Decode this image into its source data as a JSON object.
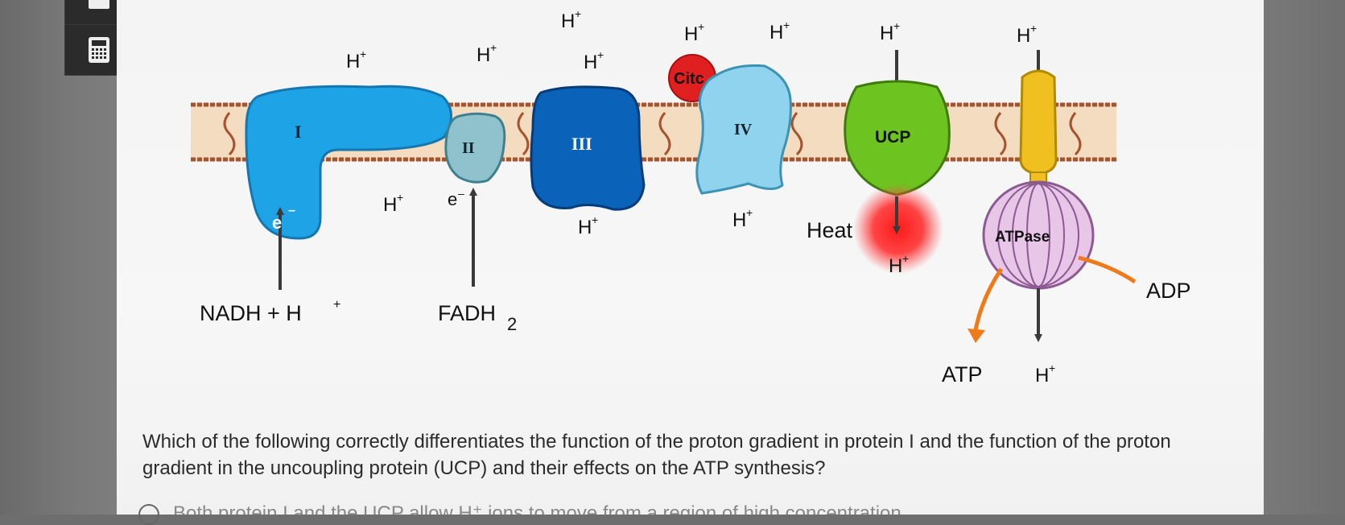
{
  "diagram": {
    "complexes": {
      "c1": "I",
      "c2": "II",
      "c3": "III",
      "c4": "IV",
      "citc": "Citc",
      "ucp": "UCP",
      "atpase": "ATPase"
    },
    "labels": {
      "proton": "H",
      "plus": "+",
      "electron": "e",
      "minus": "–",
      "nadh": "NADH + H",
      "fadh": "FADH",
      "fadh_sub": "2",
      "heat": "Heat",
      "adp": "ADP",
      "atp": "ATP"
    },
    "colors": {
      "complex_1": "#1ea4e6",
      "complex_2": "#8fc2cc",
      "complex_3": "#0a63b8",
      "complex_4": "#8fd3ee",
      "citc": "#e02020",
      "ucp": "#6dc31f",
      "atp_synthase_stalk": "#f0c020",
      "atpase_head": "#e7c6e8",
      "membrane": "#f3dcc0",
      "membrane_edge": "#a5532e",
      "heat_glow": "#ff2a2a",
      "arrow_orange": "#ef7a1a"
    }
  },
  "question": {
    "text": "Which of the following correctly differentiates the function of the proton gradient in protein I and the function of the proton gradient in the uncoupling protein (UCP) and their effects on the ATP synthesis?",
    "answer_partial": "Both protein I and the UCP allow H⁺ ions to move from a region of high concentration"
  }
}
